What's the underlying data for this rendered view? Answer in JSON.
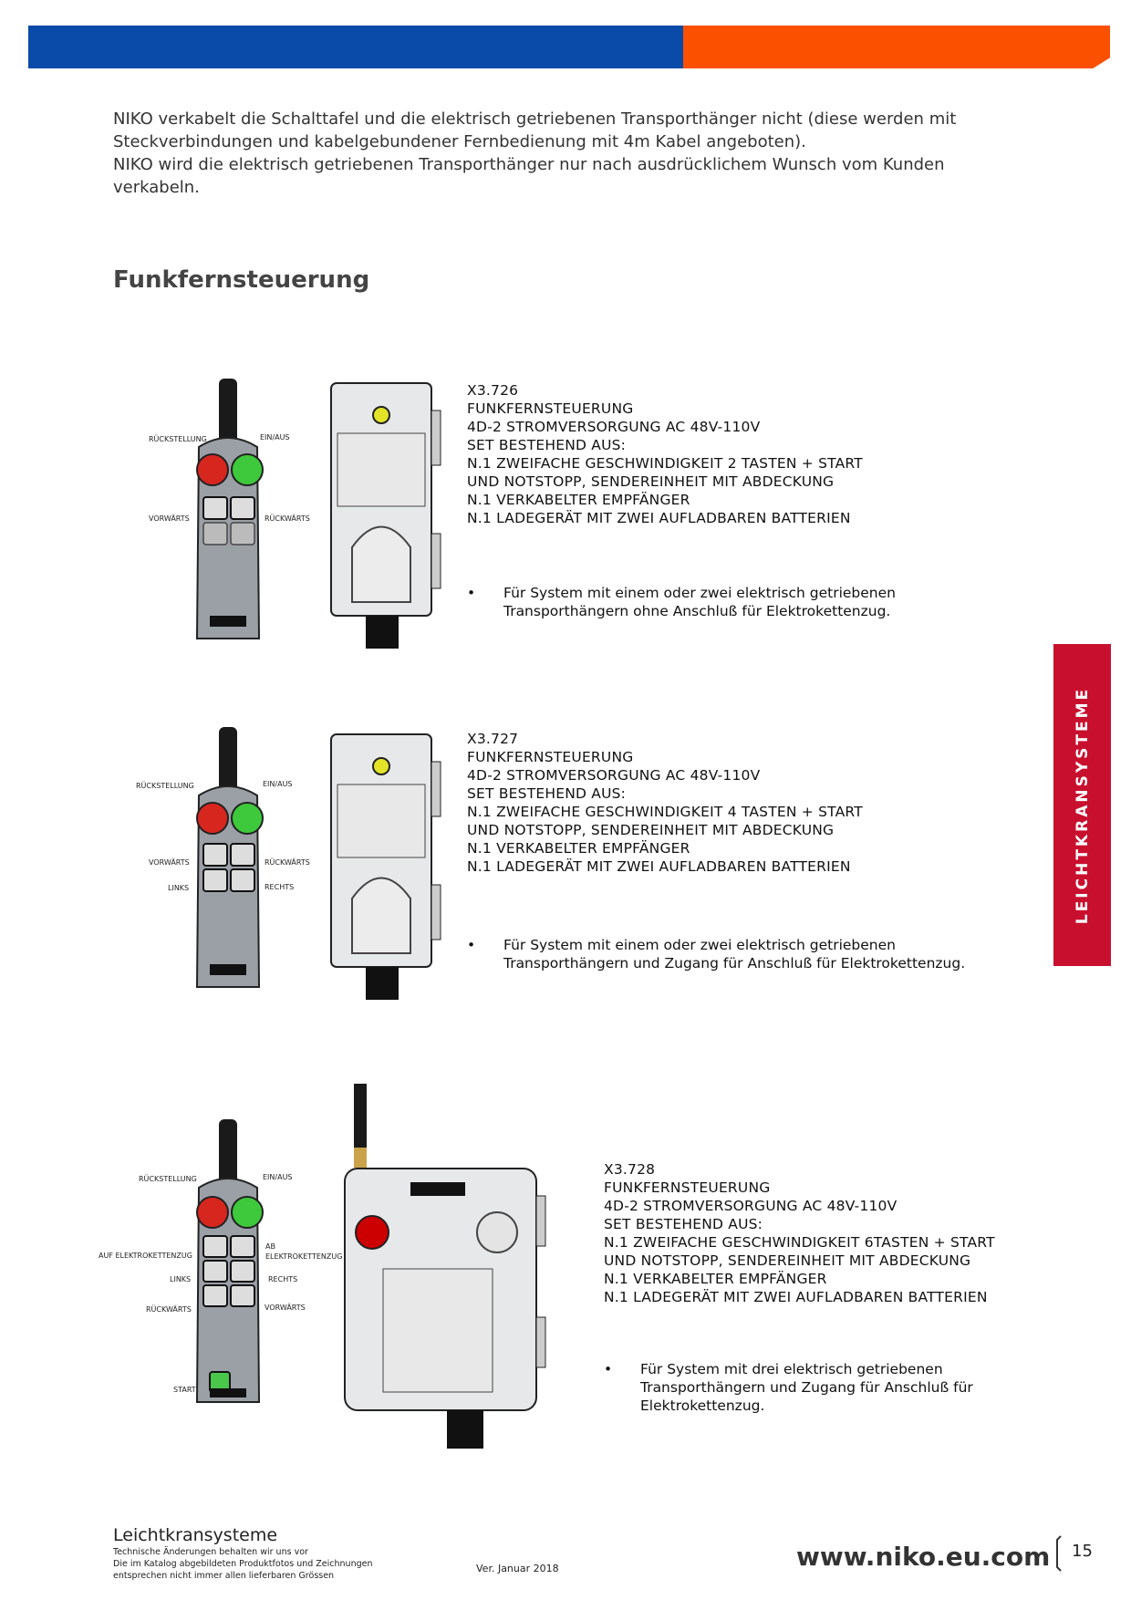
{
  "intro": {
    "line1": "NIKO verkabelt die Schalttafel und die elektrisch getriebenen Transporthänger nicht (diese werden mit",
    "line2": "Steckverbindungen und kabelgebundener Fernbedienung mit 4m Kabel angeboten).",
    "line3": "NIKO wird die  elektrisch getriebenen Transporthänger nur nach ausdrücklichem Wunsch vom Kunden",
    "line4": "verkabeln."
  },
  "section_title": "Funkfernsteuerung",
  "products": [
    {
      "lines": [
        "X3.726",
        "FUNKFERNSTEUERUNG",
        "4D-2 STROMVERSORGUNG AC 48V-110V",
        "SET BESTEHEND AUS:",
        "N.1 ZWEIFACHE GESCHWINDIGKEIT 2 TASTEN + START",
        "UND NOTSTOPP, SENDEREINHEIT MIT ABDECKUNG",
        "N.1 VERKABELTER EMPFÄNGER",
        "N.1 LADEGERÄT MIT ZWEI AUFLADBAREN BATTERIEN"
      ],
      "bullet": [
        "Für System mit einem oder zwei elektrisch getriebenen",
        "Transporthängern ohne Anschluß für Elektrokettenzug."
      ],
      "labels": {
        "reset": "RÜCKSTELLUNG",
        "onoff": "EIN/AUS",
        "fwd": "VORWÄRTS",
        "back": "RÜCKWÄRTS"
      }
    },
    {
      "lines": [
        "X3.727",
        "FUNKFERNSTEUERUNG",
        "4D-2 STROMVERSORGUNG AC 48V-110V",
        "SET BESTEHEND AUS:",
        "N.1 ZWEIFACHE GESCHWINDIGKEIT 4 TASTEN + START",
        "UND NOTSTOPP, SENDEREINHEIT MIT ABDECKUNG",
        "N.1 VERKABELTER EMPFÄNGER",
        "N.1 LADEGERÄT MIT ZWEI AUFLADBAREN BATTERIEN"
      ],
      "bullet": [
        "Für System mit einem oder zwei elektrisch getriebenen",
        "Transporthängern und Zugang für Anschluß für Elektrokettenzug."
      ],
      "labels": {
        "reset": "RÜCKSTELLUNG",
        "onoff": "EIN/AUS",
        "fwd": "VORWÄRTS",
        "back": "RÜCKWÄRTS",
        "left": "LINKS",
        "right": "RECHTS"
      }
    },
    {
      "lines": [
        "X3.728",
        "FUNKFERNSTEUERUNG",
        "4D-2 STROMVERSORGUNG AC 48V-110V",
        "SET BESTEHEND AUS:",
        "N.1 ZWEIFACHE GESCHWINDIGKEIT 6TASTEN + START",
        "UND NOTSTOPP, SENDEREINHEIT MIT ABDECKUNG",
        "N.1 VERKABELTER EMPFÄNGER",
        "N.1 LADEGERÄT MIT ZWEI AUFLADBAREN BATTERIEN"
      ],
      "bullet": [
        "Für System mit drei elektrisch getriebenen",
        "Transporthängern und Zugang für Anschluß für",
        "Elektrokettenzug."
      ],
      "labels": {
        "reset": "RÜCKSTELLUNG",
        "onoff": "EIN/AUS",
        "up": "AUF ELEKTROKETTENZUG",
        "down_a": "AB",
        "down_b": "ELEKTROKETTENZUG",
        "left": "LINKS",
        "right": "RECHTS",
        "back": "RÜCKWÄRTS",
        "fwd": "VORWÄRTS",
        "start": "START"
      }
    }
  ],
  "sidetab": "LEICHTKRANSYSTEME",
  "footer": {
    "title": "Leichtkransysteme",
    "note": [
      "Technische Änderungen behalten wir uns vor",
      "Die im Katalog abgebildeten Produktfotos und Zeichnungen",
      "entsprechen nicht immer allen lieferbaren Grössen"
    ],
    "version": "Ver. Januar 2018",
    "website": "www.niko.eu.com",
    "page": "15"
  },
  "colors": {
    "blue": "#0a4aa8",
    "orange": "#fb5000",
    "red_tab": "#c8102e"
  }
}
